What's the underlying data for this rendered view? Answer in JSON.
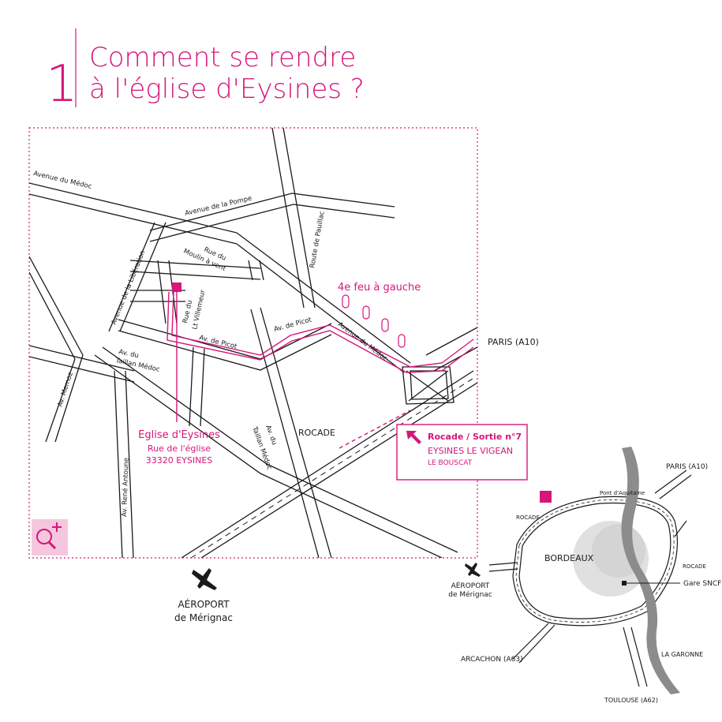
{
  "title": {
    "number": "1",
    "line1": "Comment se rendre",
    "line2": "à l'église d'Eysines ?"
  },
  "colors": {
    "accent": "#d6167a",
    "ink": "#1a1a1a",
    "dashed_border": "#d6167a",
    "river": "#8c8c8c",
    "city_blob": "#d9d9d9"
  },
  "main_map": {
    "streets": {
      "avenue_medoc_west": "Avenue du Médoc",
      "avenue_pompe": "Avenue de la Pompe",
      "route_pauillac": "Route de Pauillac",
      "avenue_liberation": "Avenue de la Libération",
      "rue_moulin_line1": "Rue du",
      "rue_moulin_line2": "Moulin à vent",
      "rue_villemeur_line1": "Rue du",
      "rue_villemeur_line2": "Lt Villemeur",
      "av_picot_west": "Av. de Picot",
      "av_picot_east": "Av. de Picot",
      "avenue_medoc_east": "Avenue du Médoc",
      "av_taillan_west_line1": "Av. du",
      "av_taillan_west_line2": "Taillan Médoc",
      "av_taillan_south_line1": "Av. du",
      "av_taillan_south_line2": "Taillan Médoc",
      "av_memoz": "Av. Memoz",
      "av_rene_antoune": "Av. René Antoune",
      "rocade": "ROCADE"
    },
    "directions": {
      "traffic_light_note": "4e feu à gauche",
      "paris": "PARIS (A10)",
      "airport_line1": "AÉROPORT",
      "airport_line2": "de Mérignac"
    },
    "church": {
      "name": "Eglise d'Eysines",
      "street": "Rue de l'église",
      "city": "33320 EYSINES"
    },
    "exit_box": {
      "line1": "Rocade / Sortie n°7",
      "line2": "EYSINES LE VIGEAN",
      "line3": "LE BOUSCAT"
    },
    "zoom_icon": "zoom-in-icon"
  },
  "overview_map": {
    "paris": "PARIS (A10)",
    "pont": "Pont d'Aquitaine",
    "rocade_left": "ROCADE",
    "rocade_right": "ROCADE",
    "city": "BORDEAUX",
    "gare": "Gare SNCF",
    "airport_line1": "AÉROPORT",
    "airport_line2": "de Mérignac",
    "arcachon": "ARCACHON (A63)",
    "garonne": "LA GARONNE",
    "toulouse": "TOULOUSE (A62)"
  }
}
